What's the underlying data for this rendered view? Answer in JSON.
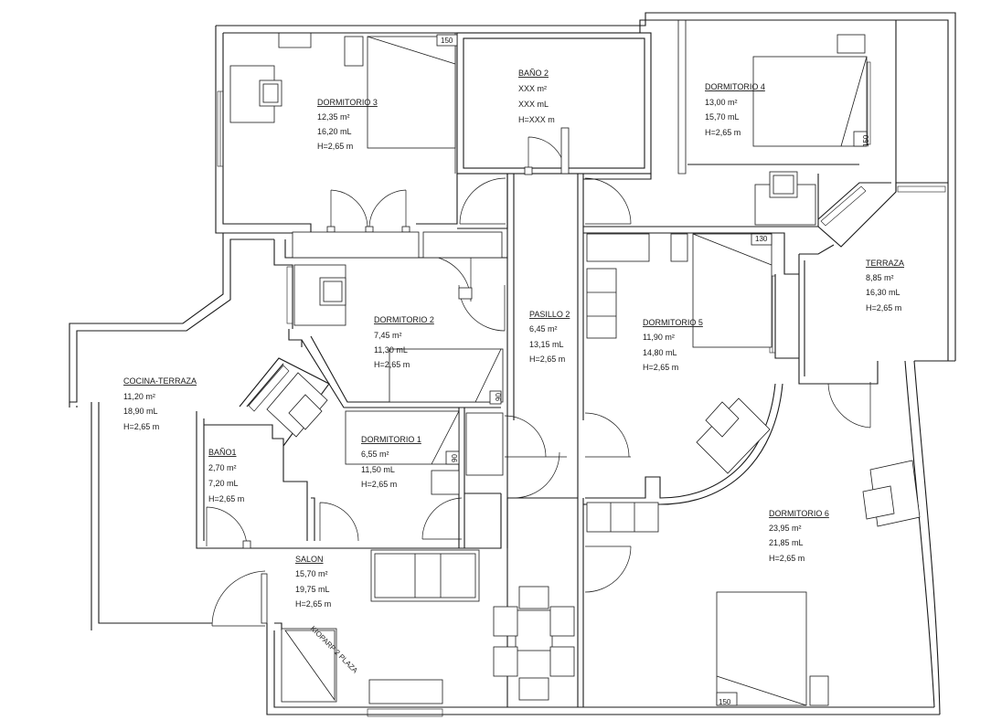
{
  "rooms": {
    "dormitorio3": {
      "name": "DORMITORIO 3",
      "area": "12,35 m²",
      "perimeter": "16,20 mL",
      "height": "H=2,65 m"
    },
    "bano2": {
      "name": "BAÑO 2",
      "area": "XXX m²",
      "perimeter": "XXX mL",
      "height": "H=XXX m"
    },
    "dormitorio4": {
      "name": "DORMITORIO 4",
      "area": "13,00 m²",
      "perimeter": "15,70 mL",
      "height": "H=2,65 m"
    },
    "terraza": {
      "name": "TERRAZA",
      "area": "8,85 m²",
      "perimeter": "16,30 mL",
      "height": "H=2,65 m"
    },
    "dormitorio2": {
      "name": "DORMITORIO 2",
      "area": "7,45 m²",
      "perimeter": "11,30 mL",
      "height": "H=2,65 m"
    },
    "pasillo2": {
      "name": "PASILLO 2",
      "area": "6,45 m²",
      "perimeter": "13,15 mL",
      "height": "H=2,65 m"
    },
    "dormitorio5": {
      "name": "DORMITORIO 5",
      "area": "11,90 m²",
      "perimeter": "14,80 mL",
      "height": "H=2,65 m"
    },
    "cocina": {
      "name": "COCINA-TERRAZA",
      "area": "11,20 m²",
      "perimeter": "18,90 mL",
      "height": "H=2,65 m"
    },
    "dormitorio1": {
      "name": "DORMITORIO 1",
      "area": "6,55 m²",
      "perimeter": "11,50 mL",
      "height": "H=2,65 m"
    },
    "bano1": {
      "name": "BAÑO1",
      "area": "2,70 m²",
      "perimeter": "7,20 mL",
      "height": "H=2,65 m"
    },
    "salon": {
      "name": "SALON",
      "area": "15,70 m²",
      "perimeter": "19,75 mL",
      "height": "H=2,65 m"
    },
    "dormitorio6": {
      "name": "DORMITORIO 6",
      "area": "23,95 m²",
      "perimeter": "21,85 mL",
      "height": "H=2,65 m"
    }
  },
  "bed_sizes": {
    "dorm3": "150",
    "dorm4": "150",
    "dorm5": "130",
    "dorm2": "90",
    "dorm1": "90",
    "dorm6": "150"
  },
  "sofa_label": "KIOPARP 2 PLAZA",
  "colors": {
    "line": "#1a1a1a",
    "background": "#ffffff"
  }
}
